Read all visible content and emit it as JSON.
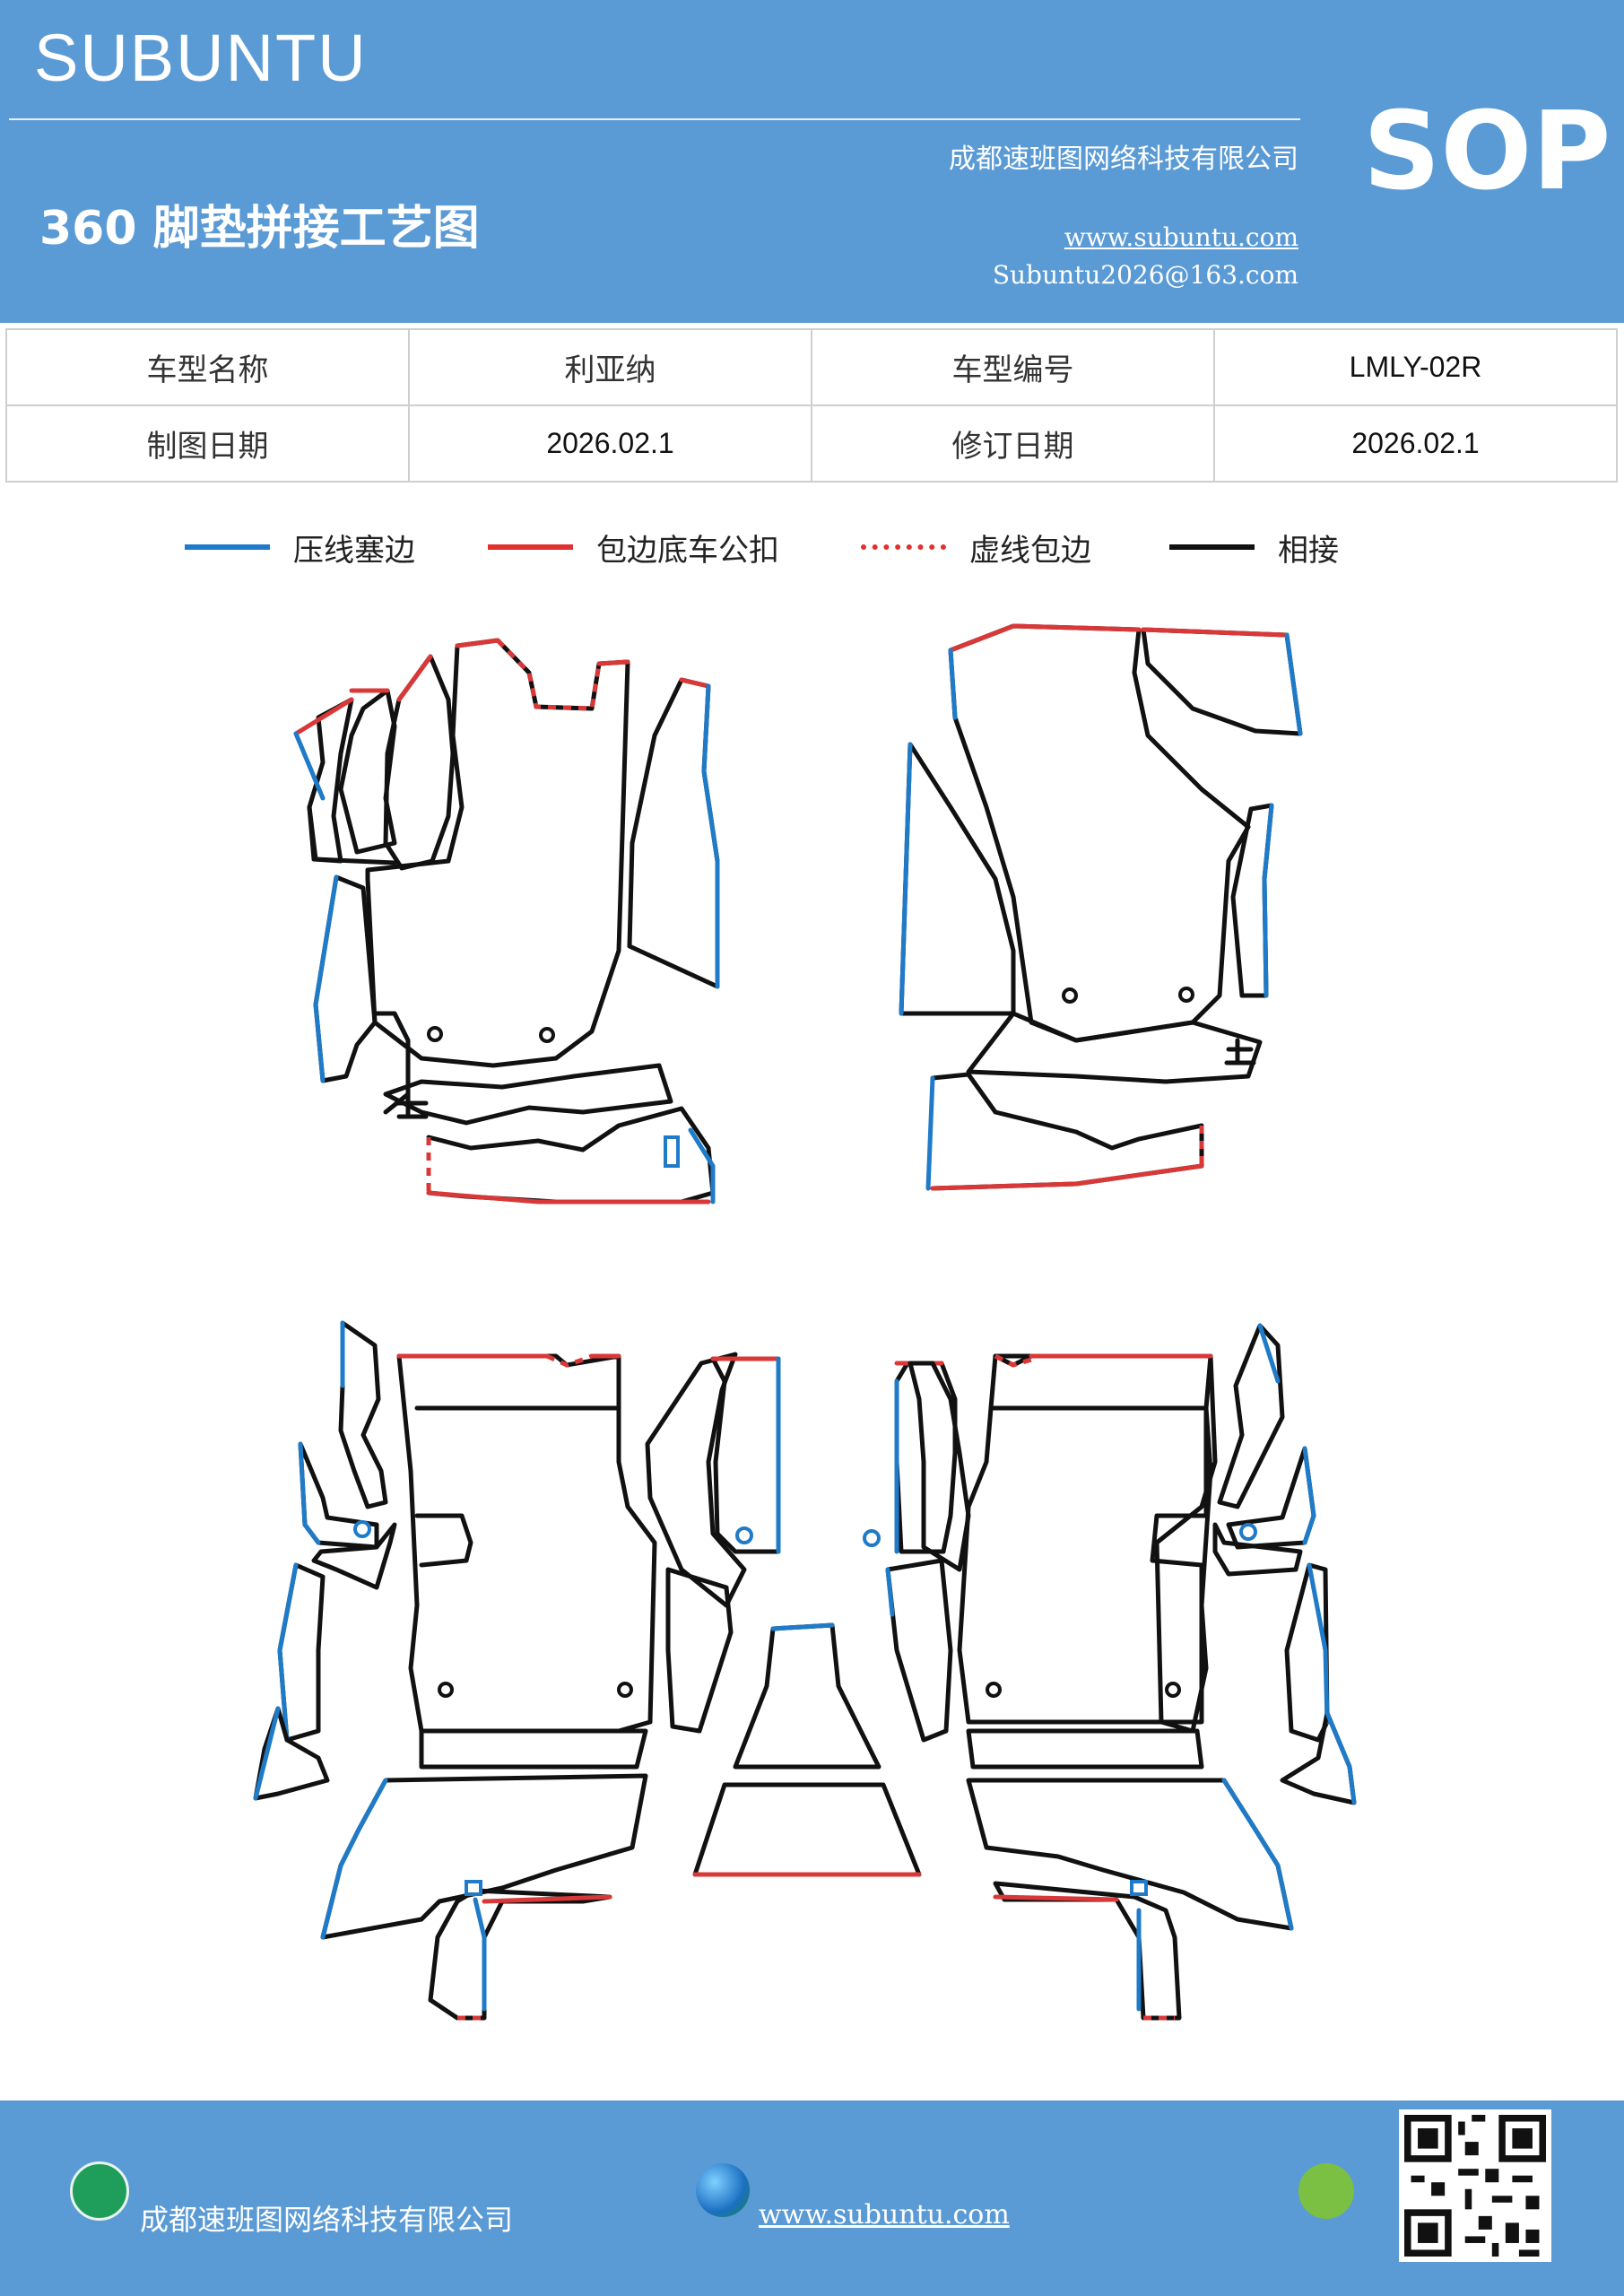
{
  "header": {
    "brand": "SUBUNTU",
    "title": "360 脚垫拼接工艺图",
    "company": "成都速班图网络科技有限公司",
    "website": "www.subuntu.com",
    "email": "Subuntu2026@163.com",
    "badge": "SOP"
  },
  "info": {
    "model_name_label": "车型名称",
    "model_name_value": "利亚纳",
    "model_code_label": "车型编号",
    "model_code_value": "LMLY-02R",
    "draw_date_label": "制图日期",
    "draw_date_value": "2026.02.1",
    "revise_date_label": "修订日期",
    "revise_date_value": "2026.02.1"
  },
  "legend": [
    {
      "label": "压线塞边",
      "color": "#1f7bc8",
      "style": "solid"
    },
    {
      "label": "包边底车公扣",
      "color": "#e03030",
      "style": "solid"
    },
    {
      "label": "虚线包边",
      "color": "#e03030",
      "style": "dashed"
    },
    {
      "label": "相接",
      "color": "#111111",
      "style": "solid"
    }
  ],
  "colors": {
    "header_bg": "#5b9bd5",
    "blue_edge": "#1f7bc8",
    "red_edge": "#d93838",
    "black_edge": "#111111"
  },
  "footer": {
    "company": "成都速班图网络科技有限公司",
    "url": "www.subuntu.com",
    "icons": [
      "home-icon",
      "globe-icon",
      "wechat-icon",
      "qr-code"
    ]
  }
}
